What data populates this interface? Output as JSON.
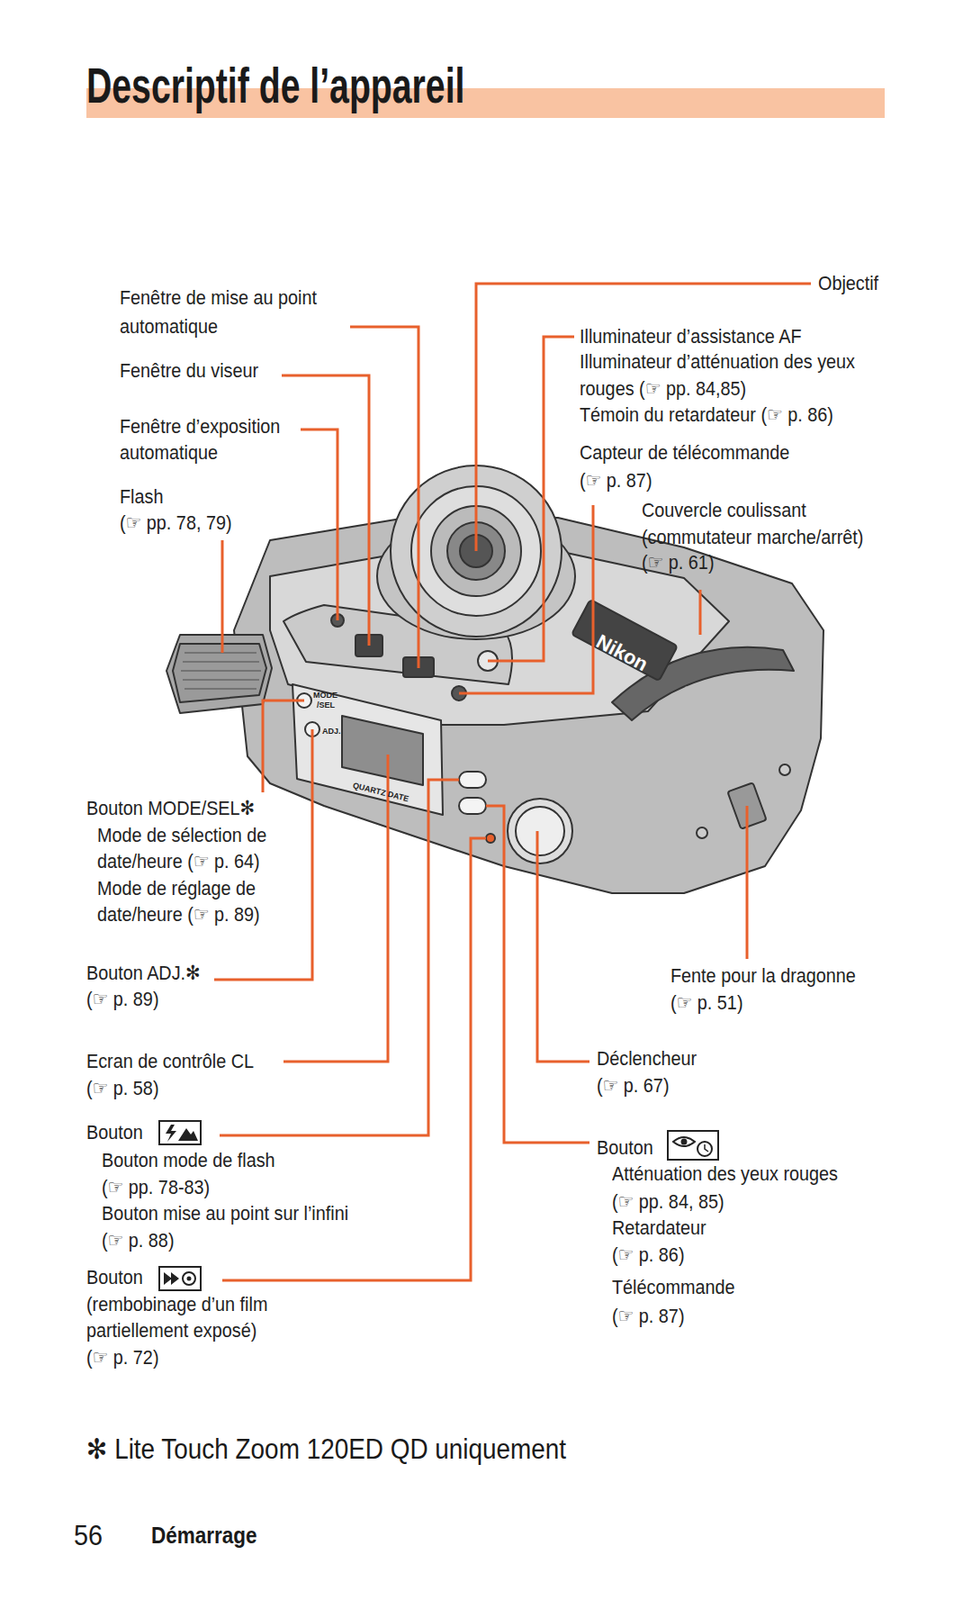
{
  "diagram": {
    "title": "Descriptif de l’appareil",
    "labels": [
      "Fenêtre de mise au point",
      "automatique",
      "Fenêtre du viseur",
      "Fenêtre d’exposition",
      "automatique",
      "Flash",
      "(☞ pp. 78, 79)",
      "Objectif",
      "Illuminateur d’assistance AF",
      "Illuminateur d’atténuation des yeux",
      "rouges (☞ pp. 84,85)",
      "Témoin du retardateur (☞ p. 86)",
      "Capteur de télécommande",
      "(☞ p. 87)",
      "Couvercle coulissant",
      "(commutateur marche/arrêt)",
      "(☞ p. 61)",
      "Bouton MODE/SEL✻",
      "Mode de sélection de",
      "date/heure (☞ p. 64)",
      "Mode de réglage de",
      "date/heure (☞ p. 89)",
      "Bouton ADJ.✻",
      "(☞ p. 89)",
      "Ecran de contrôle CL",
      "(☞ p. 58)",
      "Bouton",
      "Bouton mode de flash",
      "(☞ pp. 78-83)",
      "Bouton mise au point sur l’infini",
      "(☞ p. 88)",
      "Bouton",
      "(rembobinage d’un film",
      "partiellement exposé)",
      "(☞ p. 72)",
      "Fente pour la dragonne",
      "(☞ p. 51)",
      "Déclencheur",
      "(☞ p. 67)",
      "Bouton",
      "Atténuation des yeux rouges",
      "(☞ pp. 84, 85)",
      "Retardateur",
      "(☞ p. 86)",
      "Télécommande",
      "(☞ p. 87)",
      "✻ Lite Touch Zoom 120ED QD uniquement",
      "56",
      "Démarrage",
      "Nikon",
      "MODE",
      "/SEL",
      "ADJ.",
      "QUARTZ DATE"
    ]
  }
}
